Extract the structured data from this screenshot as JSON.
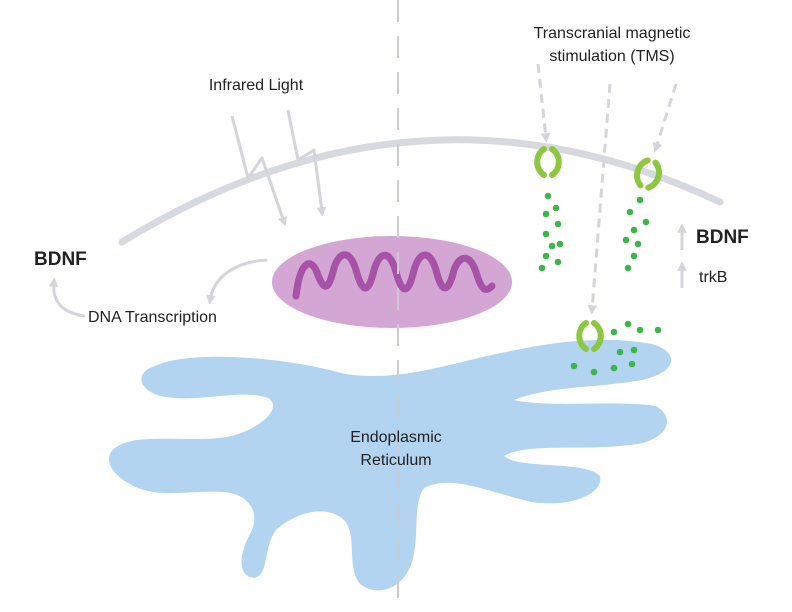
{
  "labels": {
    "infrared_light": "Infrared Light",
    "tms_line1": "Transcranial magnetic",
    "tms_line2": "stimulation (TMS)",
    "bdnf_left": "BDNF",
    "dna_transcription": "DNA Transcription",
    "bdnf_right": "BDNF",
    "trkb": "trkB",
    "er_line1": "Endoplasmic",
    "er_line2": "Reticulum"
  },
  "colors": {
    "membrane": "#d6d9df",
    "arrow": "#d3d5db",
    "mitochondrion": "#d3a6d3",
    "cristae": "#a552a7",
    "er": "#b2d4f0",
    "receptor": "#8dc63f",
    "dot": "#3cb54a",
    "divider": "#c9ccd3",
    "text": "#222222"
  },
  "icons": {
    "receptor": "receptor-icon",
    "lightning": "lightning-arrow-icon"
  }
}
